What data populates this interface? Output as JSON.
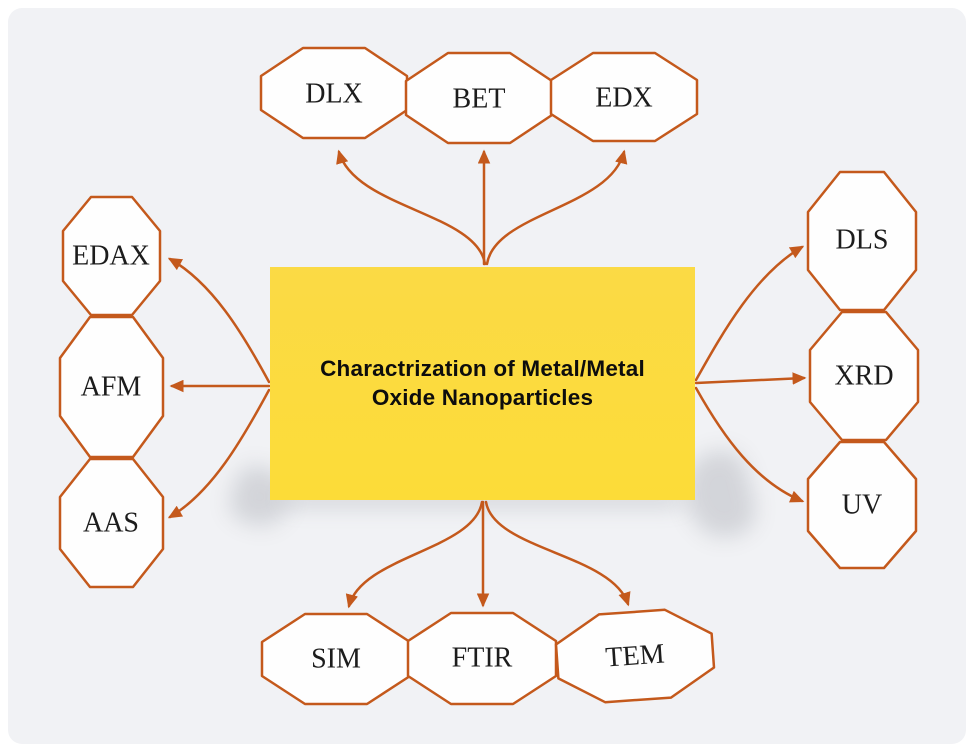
{
  "figure": {
    "colors": {
      "accent": "#c4591c",
      "node_fill": "#fefefe",
      "node_text": "#1c1c1c",
      "center_top": "#fbda45",
      "center_bottom": "#fcdc38",
      "center_text": "#0d0d0d",
      "panel_bg": "#f1f2f5"
    },
    "center": {
      "line1": "Charactrization of Metal/Metal",
      "line2": "Oxide Nanoparticles"
    },
    "nodes": {
      "top": [
        {
          "label": "DLX"
        },
        {
          "label": "BET"
        },
        {
          "label": "EDX"
        }
      ],
      "right": [
        {
          "label": "DLS"
        },
        {
          "label": "XRD"
        },
        {
          "label": "UV"
        }
      ],
      "left": [
        {
          "label": "EDAX"
        },
        {
          "label": "AFM"
        },
        {
          "label": "AAS"
        }
      ],
      "bottom": [
        {
          "label": "SIM"
        },
        {
          "label": "FTIR"
        },
        {
          "label": "TEM"
        }
      ]
    }
  }
}
